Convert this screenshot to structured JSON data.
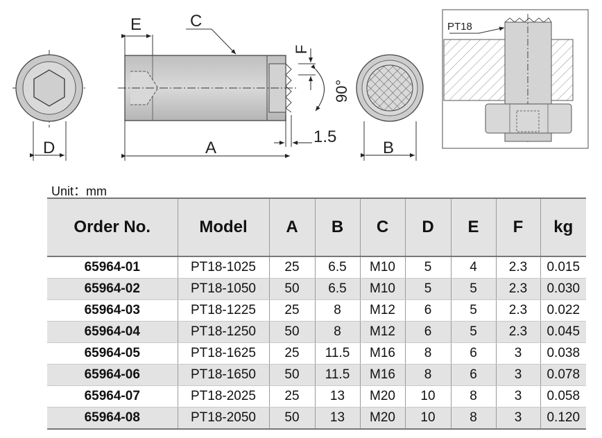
{
  "drawing": {
    "dim_labels": {
      "e": "E",
      "c": "C",
      "f": "F",
      "angle": "90°",
      "tip": "1.5",
      "a": "A",
      "b": "B",
      "d": "D"
    },
    "inset_label": "PT18"
  },
  "unit_label": "Unit：mm",
  "table": {
    "headers": [
      "Order No.",
      "Model",
      "A",
      "B",
      "C",
      "D",
      "E",
      "F",
      "kg"
    ],
    "rows": [
      [
        "65964-01",
        "PT18-1025",
        "25",
        "6.5",
        "M10",
        "5",
        "4",
        "2.3",
        "0.015"
      ],
      [
        "65964-02",
        "PT18-1050",
        "50",
        "6.5",
        "M10",
        "5",
        "5",
        "2.3",
        "0.030"
      ],
      [
        "65964-03",
        "PT18-1225",
        "25",
        "8",
        "M12",
        "6",
        "5",
        "2.3",
        "0.022"
      ],
      [
        "65964-04",
        "PT18-1250",
        "50",
        "8",
        "M12",
        "6",
        "5",
        "2.3",
        "0.045"
      ],
      [
        "65964-05",
        "PT18-1625",
        "25",
        "11.5",
        "M16",
        "8",
        "6",
        "3",
        "0.038"
      ],
      [
        "65964-06",
        "PT18-1650",
        "50",
        "11.5",
        "M16",
        "8",
        "6",
        "3",
        "0.078"
      ],
      [
        "65964-07",
        "PT18-2025",
        "25",
        "13",
        "M20",
        "10",
        "8",
        "3",
        "0.058"
      ],
      [
        "65964-08",
        "PT18-2050",
        "50",
        "13",
        "M20",
        "10",
        "8",
        "3",
        "0.120"
      ]
    ]
  }
}
